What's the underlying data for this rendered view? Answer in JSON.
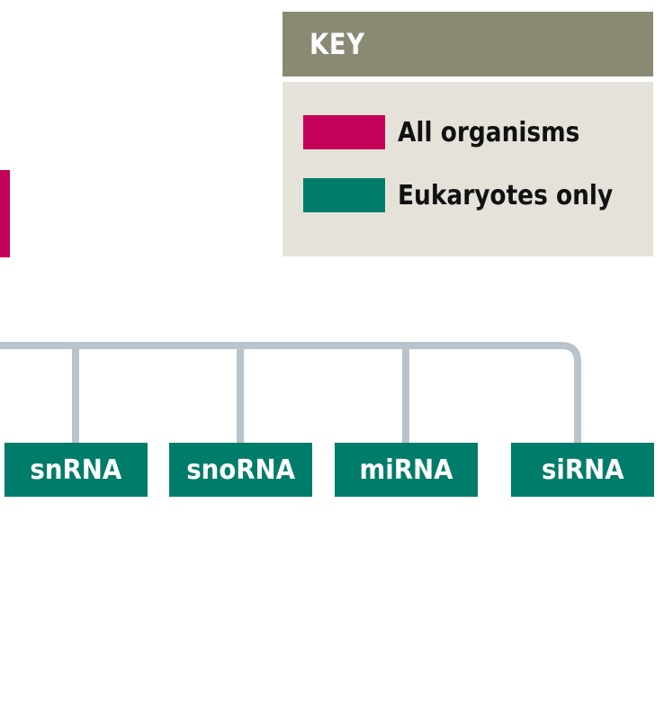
{
  "key": {
    "title": "KEY",
    "items": [
      {
        "label": "All organisms",
        "color": "#c4005a"
      },
      {
        "label": "Eukaryotes only",
        "color": "#007c6a"
      }
    ]
  },
  "colors": {
    "connector": "#b8c3cc",
    "key_header_bg": "#8a8a74",
    "key_body_bg": "#e5e2d9"
  },
  "rna_types": [
    {
      "label": "snRNA",
      "category": "Eukaryotes only"
    },
    {
      "label": "snoRNA",
      "category": "Eukaryotes only"
    },
    {
      "label": "miRNA",
      "category": "Eukaryotes only"
    },
    {
      "label": "siRNA",
      "category": "Eukaryotes only"
    }
  ]
}
